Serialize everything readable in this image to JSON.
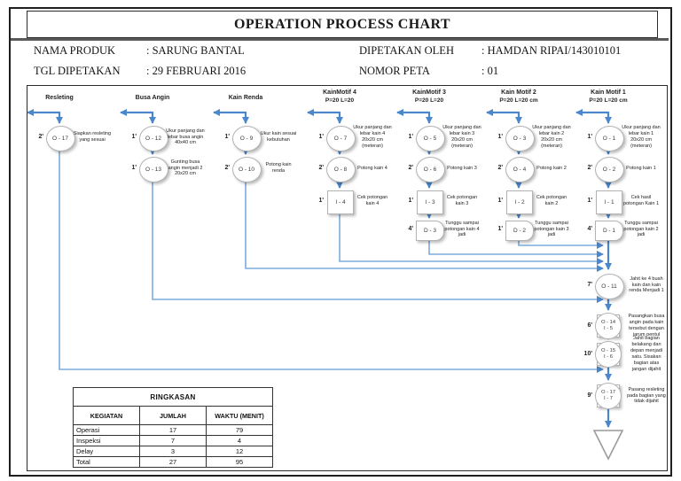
{
  "header": {
    "title": "OPERATION PROCESS CHART",
    "fields": [
      {
        "label": "NAMA PRODUK",
        "value": ": SARUNG BANTAL"
      },
      {
        "label": "TGL DIPETAKAN",
        "value": ": 29 FEBRUARI 2016"
      },
      {
        "label": "DIPETAKAN OLEH",
        "value": ": HAMDAN RIPAI/143010101"
      },
      {
        "label": "NOMOR PETA",
        "value": ": 01"
      }
    ]
  },
  "chart": {
    "columns": [
      {
        "title": "Resleting",
        "subtitle": "",
        "nodes": [
          {
            "id": "O - 17",
            "time": "2'",
            "desc": "Siapkan resleting yang sesuai",
            "shape": "operation"
          }
        ]
      },
      {
        "title": "Busa Angin",
        "subtitle": "",
        "nodes": [
          {
            "id": "O - 12",
            "time": "1'",
            "desc": "Ukur panjang dan lebar busa angin 40x40 cm",
            "shape": "operation"
          },
          {
            "id": "O - 13",
            "time": "1'",
            "desc": "Gunting busa angin menjadi 2 20x20 cm",
            "shape": "operation"
          }
        ]
      },
      {
        "title": "Kain Renda",
        "subtitle": "",
        "nodes": [
          {
            "id": "O - 9",
            "time": "1'",
            "desc": "Ukur kain sesuai kebutuhan",
            "shape": "operation"
          },
          {
            "id": "O - 10",
            "time": "2'",
            "desc": "Potong kain renda",
            "shape": "operation"
          }
        ]
      },
      {
        "title": "KainMotif 4",
        "subtitle": "P=20 L=20",
        "nodes": [
          {
            "id": "O - 7",
            "time": "1'",
            "desc": "Ukur panjang dan lebar kain 4 20x20 cm (meteran)",
            "shape": "operation"
          },
          {
            "id": "O - 8",
            "time": "2'",
            "desc": "Potong kain 4",
            "shape": "operation"
          },
          {
            "id": "I - 4",
            "time": "1'",
            "desc": "Cek potongan kain 4",
            "shape": "inspection"
          }
        ]
      },
      {
        "title": "KainMotif 3",
        "subtitle": "P=20 L=20",
        "nodes": [
          {
            "id": "O - 5",
            "time": "1'",
            "desc": "Ukur panjang dan lebar kain 3 20x20 cm (meteran)",
            "shape": "operation"
          },
          {
            "id": "O - 6",
            "time": "2'",
            "desc": "Potong kain 3",
            "shape": "operation"
          },
          {
            "id": "I - 3",
            "time": "1'",
            "desc": "Cek potongan kain 3",
            "shape": "inspection"
          },
          {
            "id": "D - 3",
            "time": "4'",
            "desc": "Tunggu sampai potongan kain 4 jadi",
            "shape": "delay"
          }
        ]
      },
      {
        "title": "Kain Motif 2",
        "subtitle": "P=20 L=20 cm",
        "nodes": [
          {
            "id": "O - 3",
            "time": "1'",
            "desc": "Ukur panjang dan lebar kain 2 20x20 cm (meteran)",
            "shape": "operation"
          },
          {
            "id": "O - 4",
            "time": "2'",
            "desc": "Potong kain 2",
            "shape": "operation"
          },
          {
            "id": "I - 2",
            "time": "1'",
            "desc": "Cek potongan kain 2",
            "shape": "inspection"
          },
          {
            "id": "D - 2",
            "time": "1'",
            "desc": "Tunggu sampai potongan kain 3 jadi",
            "shape": "delay"
          }
        ]
      },
      {
        "title": "Kain Motif 1",
        "subtitle": "P=20 L=20 cm",
        "nodes": [
          {
            "id": "O - 1",
            "time": "1'",
            "desc": "Ukur panjang dan lebar kain 1 20x20 cm (meteran)",
            "shape": "operation"
          },
          {
            "id": "O - 2",
            "time": "2'",
            "desc": "Potong kain 1",
            "shape": "operation"
          },
          {
            "id": "I - 1",
            "time": "1'",
            "desc": "Cek hasil potongan Kain 1",
            "shape": "inspection"
          },
          {
            "id": "D - 1",
            "time": "4'",
            "desc": "Tunggu sampai potongan kain 2 jadi",
            "shape": "delay"
          }
        ]
      }
    ],
    "assembly": [
      {
        "id": "O - 11",
        "id2": "",
        "time": "7'",
        "desc": "Jahit ke 4 buah kain dan kain renda Menjadi 1",
        "shape": "operation"
      },
      {
        "id": "O - 14",
        "id2": "I - 5",
        "time": "6'",
        "desc": "Pasangkan busa angin pada kain tersebut dengan jarum pentul",
        "shape": "combined"
      },
      {
        "id": "O - 15",
        "id2": "I - 6",
        "time": "10'",
        "desc": "Jahit bagian belakang dan depan menjadi satu. Sisakan bagian atas jangan dijahit",
        "shape": "combined"
      },
      {
        "id": "O - 17",
        "id2": "I - 7",
        "time": "9'",
        "desc": "Pasang resleting pada bagian yang tidak dijahit",
        "shape": "combined"
      },
      {
        "id": "",
        "id2": "",
        "time": "",
        "desc": "",
        "shape": "storage"
      }
    ]
  },
  "summary_table": {
    "title": "RINGKASAN",
    "headers": [
      "KEGIATAN",
      "JUMLAH",
      "WAKTU (MENIT)"
    ],
    "rows": [
      [
        "Operasi",
        "17",
        "79"
      ],
      [
        "Inspeksi",
        "7",
        "4"
      ],
      [
        "Delay",
        "3",
        "12"
      ],
      [
        "Total",
        "27",
        "95"
      ]
    ]
  },
  "colors": {
    "arrow": "#4b87ca",
    "line": "#7cabdd",
    "symbol_border": "#b3b3b3",
    "text": "#1a1a1a"
  }
}
